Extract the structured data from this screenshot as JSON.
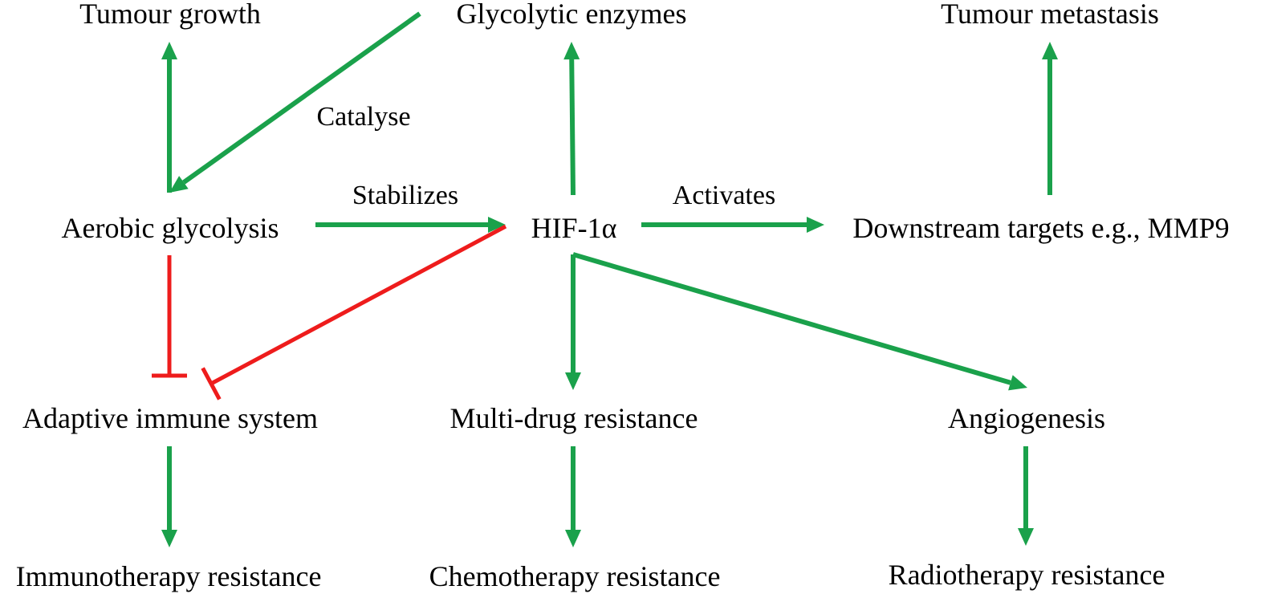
{
  "colors": {
    "activation": "#1aa14b",
    "inhibition": "#ee1c1c",
    "text": "#000000",
    "background": "#ffffff"
  },
  "nodes": {
    "tumour_growth": "Tumour growth",
    "glycolytic_enzymes": "Glycolytic enzymes",
    "tumour_metastasis": "Tumour metastasis",
    "aerobic_glycolysis": "Aerobic glycolysis",
    "hif1a": "HIF-1α",
    "downstream_targets": "Downstream targets e.g., MMP9",
    "adaptive_immune_system": "Adaptive immune system",
    "multi_drug_resistance": "Multi-drug resistance",
    "angiogenesis": "Angiogenesis",
    "immunotherapy_resistance": "Immunotherapy resistance",
    "chemotherapy_resistance": "Chemotherapy resistance",
    "radiotherapy_resistance": "Radiotherapy resistance"
  },
  "edge_labels": {
    "catalyse": "Catalyse",
    "stabilizes": "Stabilizes",
    "activates": "Activates"
  },
  "edges": [
    {
      "from": "aerobic_glycolysis",
      "to": "tumour_growth",
      "type": "activation"
    },
    {
      "from": "glycolytic_enzymes",
      "to": "aerobic_glycolysis",
      "type": "activation",
      "label": "catalyse"
    },
    {
      "from": "aerobic_glycolysis",
      "to": "hif1a",
      "type": "activation",
      "label": "stabilizes"
    },
    {
      "from": "hif1a",
      "to": "glycolytic_enzymes",
      "type": "activation"
    },
    {
      "from": "hif1a",
      "to": "downstream_targets",
      "type": "activation",
      "label": "activates"
    },
    {
      "from": "downstream_targets",
      "to": "tumour_metastasis",
      "type": "activation"
    },
    {
      "from": "aerobic_glycolysis",
      "to": "adaptive_immune_system",
      "type": "inhibition"
    },
    {
      "from": "hif1a",
      "to": "adaptive_immune_system",
      "type": "inhibition"
    },
    {
      "from": "hif1a",
      "to": "multi_drug_resistance",
      "type": "activation"
    },
    {
      "from": "hif1a",
      "to": "angiogenesis",
      "type": "activation"
    },
    {
      "from": "adaptive_immune_system",
      "to": "immunotherapy_resistance",
      "type": "activation"
    },
    {
      "from": "multi_drug_resistance",
      "to": "chemotherapy_resistance",
      "type": "activation"
    },
    {
      "from": "angiogenesis",
      "to": "radiotherapy_resistance",
      "type": "activation"
    }
  ]
}
